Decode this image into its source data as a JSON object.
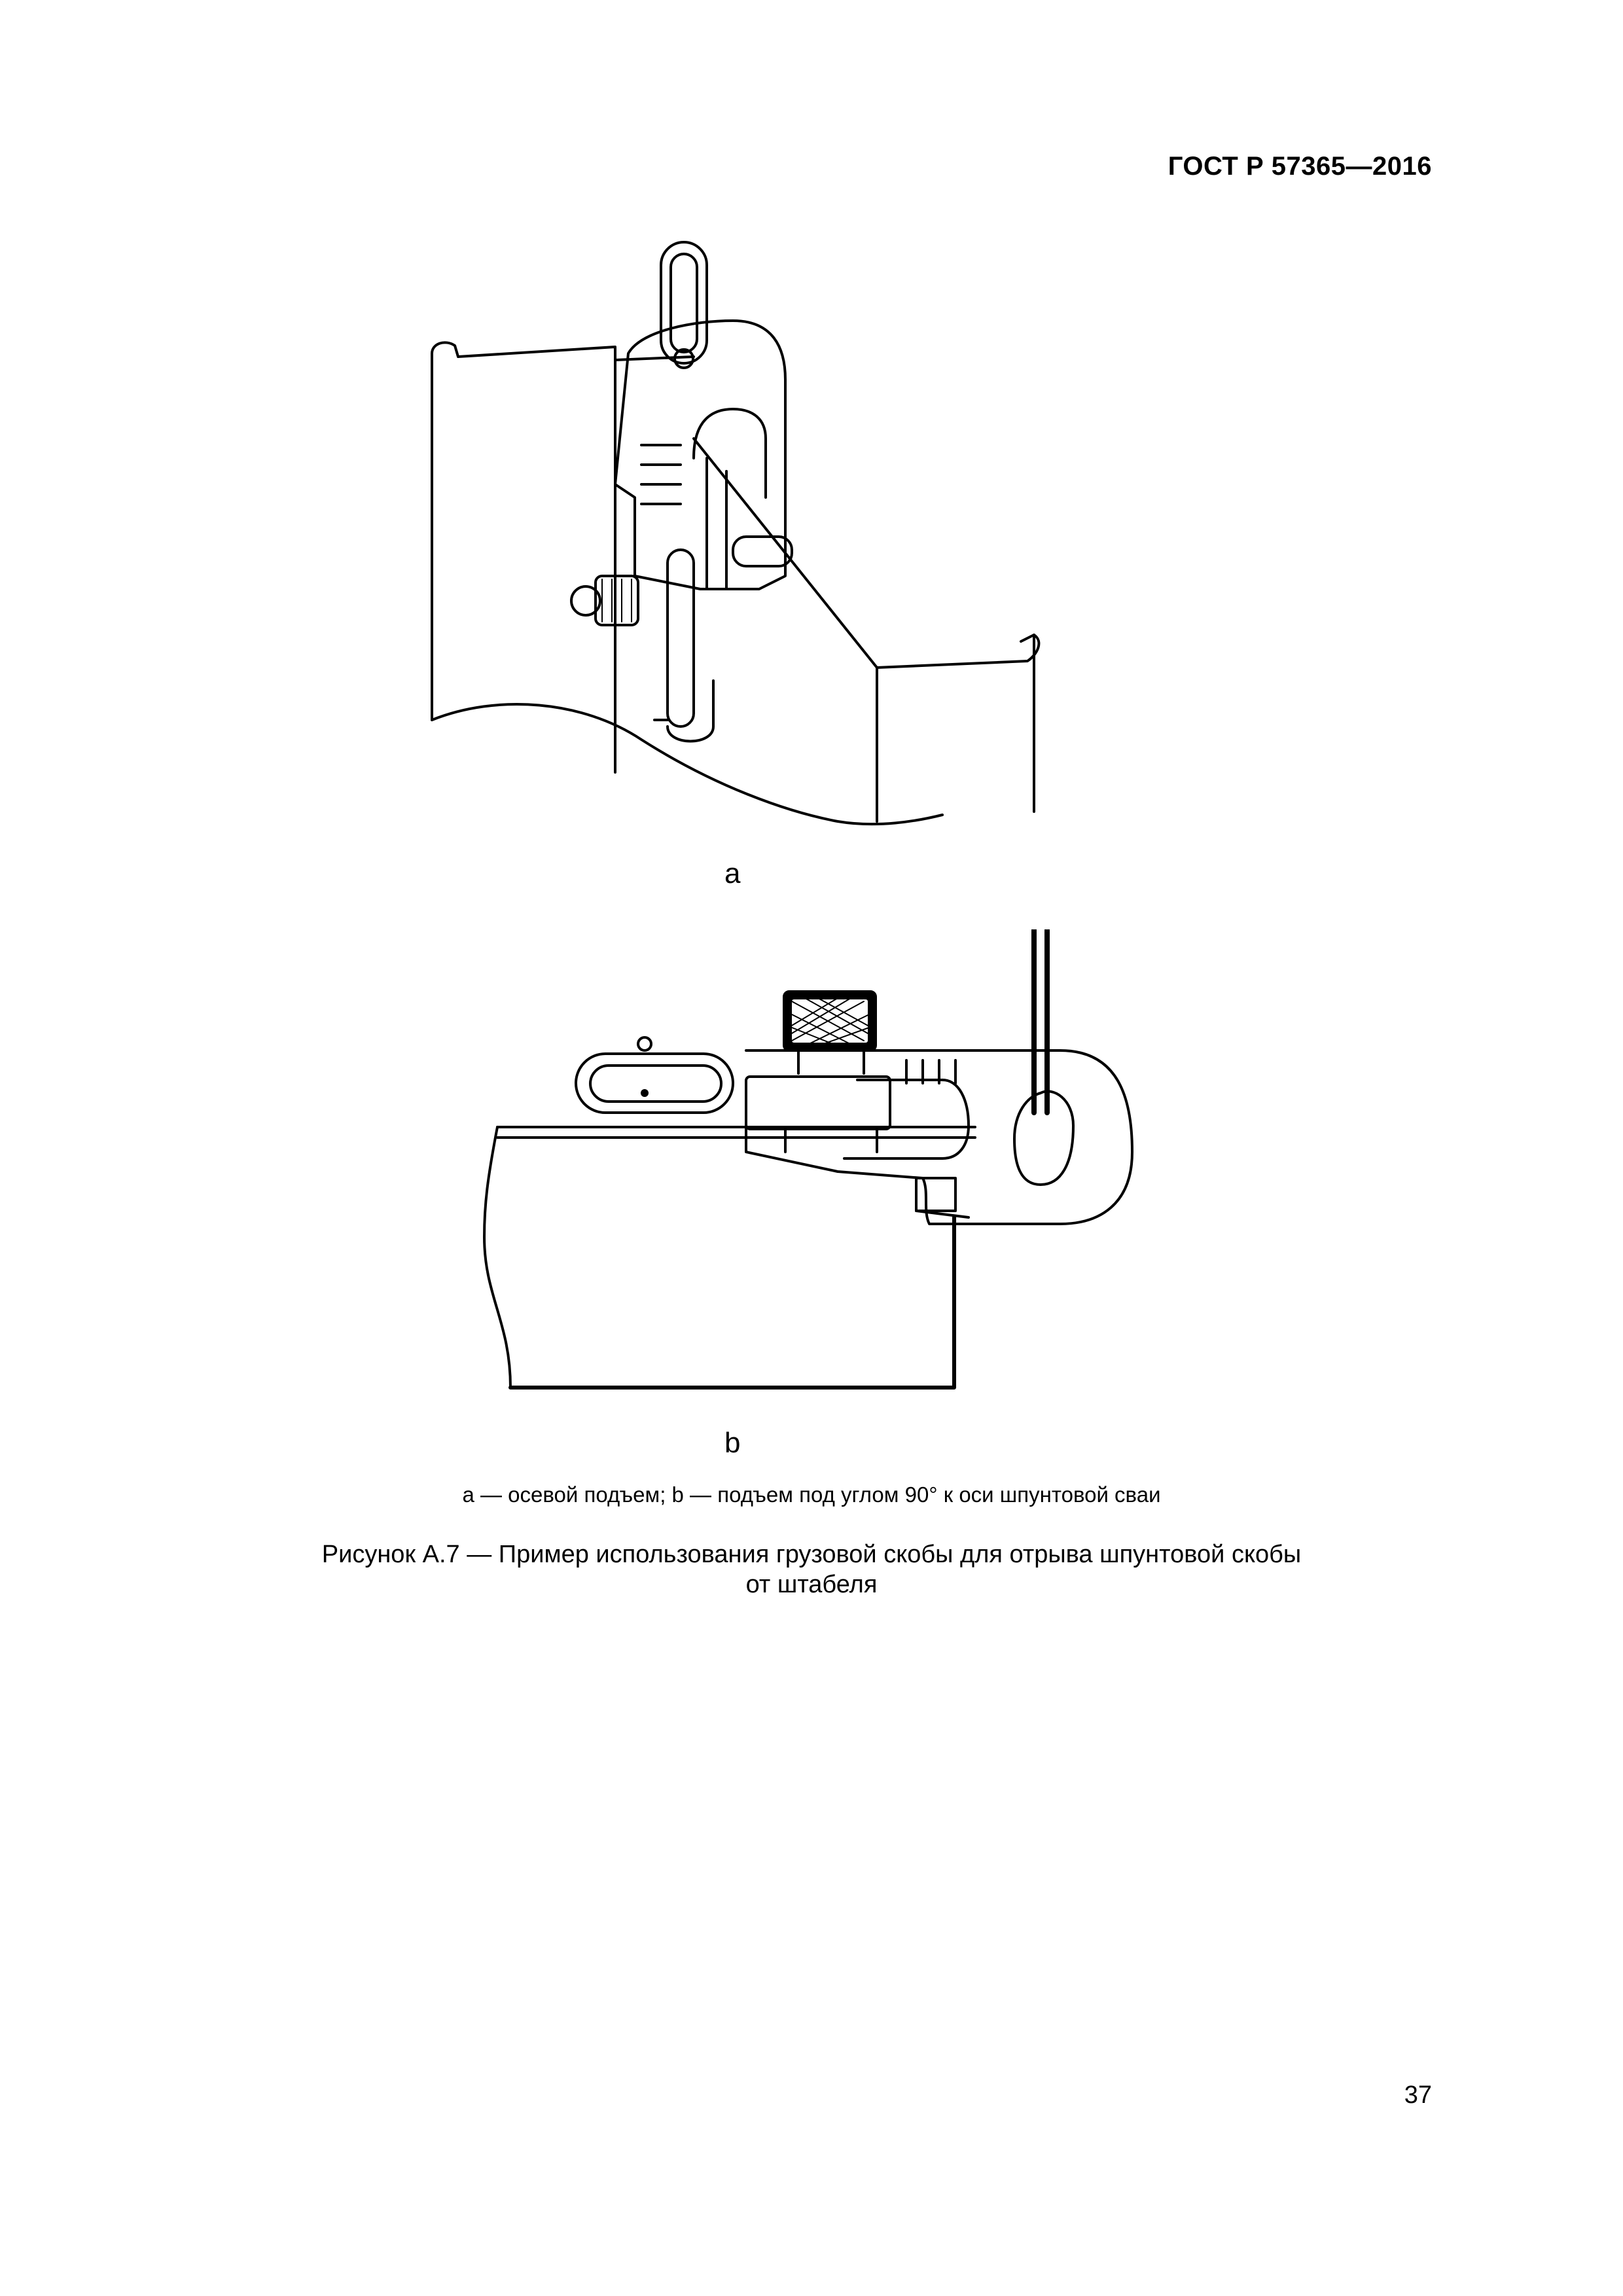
{
  "header": {
    "standard": "ГОСТ Р 57365—2016"
  },
  "figure_a": {
    "label": "а"
  },
  "figure_b": {
    "label": "b"
  },
  "legend": "а — осевой подъем; b — подъем под углом 90° к оси шпунтовой сваи",
  "caption": {
    "line1": "Рисунок А.7 — Пример использования грузовой скобы для отрыва шпунтовой скобы",
    "line2": "от штабеля"
  },
  "page_number": "37"
}
